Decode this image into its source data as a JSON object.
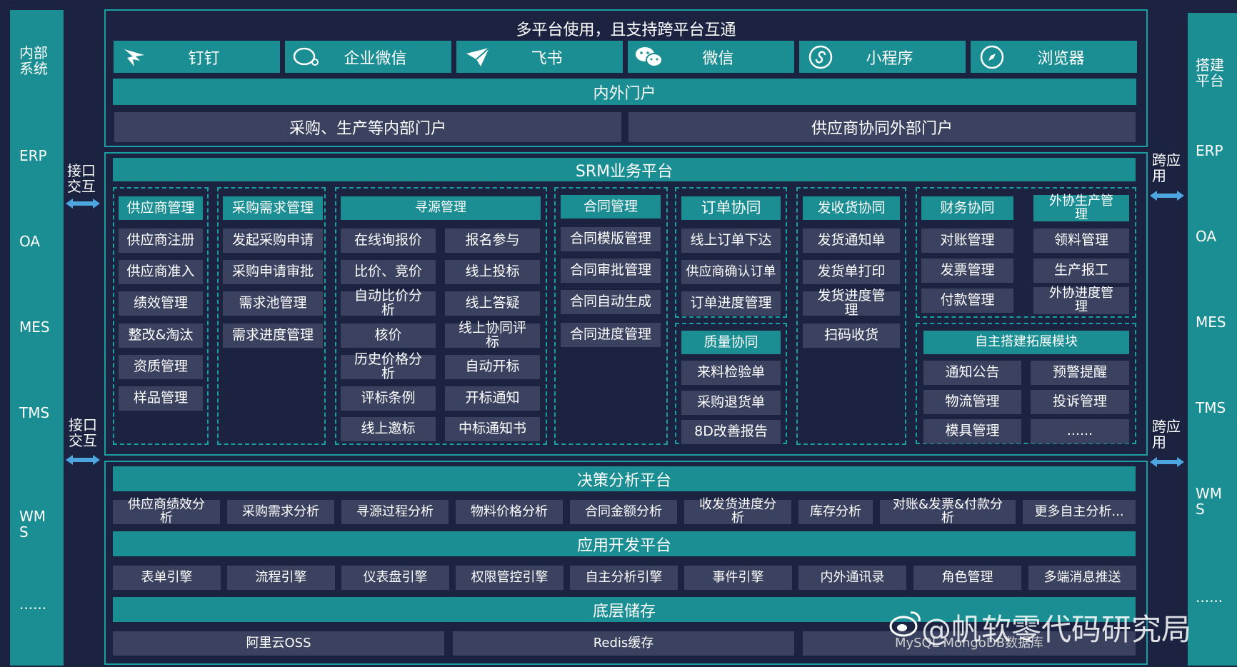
{
  "left_sidebar": {
    "items": [
      "内部\n系统",
      "ERP",
      "OA",
      "MES",
      "TMS",
      "WM\nS",
      "......"
    ]
  },
  "right_sidebar": {
    "items": [
      "搭建\n平台",
      "ERP",
      "OA",
      "MES",
      "TMS",
      "WM\nS",
      "......"
    ]
  },
  "side_labels": {
    "interface_top": "接口\n交互",
    "interface_bottom": "接口\n交互",
    "cross_top": "跨应\n用",
    "cross_bottom": "跨应\n用"
  },
  "top_section": {
    "title": "多平台使用，且支持跨平台互通",
    "platforms": [
      {
        "label": "钉钉",
        "icon": "dingtalk-icon"
      },
      {
        "label": "企业微信",
        "icon": "wecom-icon"
      },
      {
        "label": "飞书",
        "icon": "feishu-icon"
      },
      {
        "label": "微信",
        "icon": "wechat-icon"
      },
      {
        "label": "小程序",
        "icon": "miniprogram-icon"
      },
      {
        "label": "浏览器",
        "icon": "browser-icon"
      }
    ],
    "portal_bar": "内外门户",
    "internal_portal": "采购、生产等内部门户",
    "external_portal": "供应商协同外部门户"
  },
  "srm": {
    "title": "SRM业务平台",
    "supplier": {
      "header": "供应商管理",
      "items": [
        "供应商注册",
        "供应商准入",
        "绩效管理",
        "整改&淘汰",
        "资质管理",
        "样品管理"
      ]
    },
    "demand": {
      "header": "采购需求管理",
      "items": [
        "发起采购申请",
        "采购申请审批",
        "需求池管理",
        "需求进度管理"
      ]
    },
    "sourcing": {
      "header": "寻源管理",
      "left": [
        "在线询报价",
        "比价、竞价",
        "自动比价分\n析",
        "核价",
        "历史价格分\n析",
        "评标条例",
        "线上邀标"
      ],
      "right": [
        "报名参与",
        "线上投标",
        "线上答疑",
        "线上协同评\n标",
        "自动开标",
        "开标通知",
        "中标通知书"
      ]
    },
    "contract": {
      "header": "合同管理",
      "items": [
        "合同模版管理",
        "合同审批管理",
        "合同自动生成",
        "合同进度管理"
      ]
    },
    "order": {
      "header": "订单协同",
      "items": [
        "线上订单下达",
        "供应商确认订单",
        "订单进度管理"
      ]
    },
    "quality": {
      "header": "质量协同",
      "items": [
        "来料检验单",
        "采购退货单",
        "8D改善报告"
      ]
    },
    "delivery": {
      "header": "发收货协同",
      "items": [
        "发货通知单",
        "发货单打印",
        "发货进度管\n理",
        "扫码收货"
      ]
    },
    "finance": {
      "header": "财务协同",
      "items": [
        "对账管理",
        "发票管理",
        "付款管理"
      ]
    },
    "outsource": {
      "header": "外协生产管\n理",
      "items": [
        "领料管理",
        "生产报工",
        "外协进度管\n理"
      ]
    },
    "custom": {
      "header": "自主搭建拓展模块",
      "left": [
        "通知公告",
        "物流管理",
        "模具管理"
      ],
      "right": [
        "预警提醒",
        "投诉管理",
        "......"
      ]
    }
  },
  "decision": {
    "title": "决策分析平台",
    "items": [
      "供应商绩效分\n析",
      "采购需求分析",
      "寻源过程分析",
      "物料价格分析",
      "合同金额分析",
      "收发货进度分\n析",
      "库存分析",
      "对账&发票&付款分\n析",
      "更多自主分析..."
    ]
  },
  "appdev": {
    "title": "应用开发平台",
    "items": [
      "表单引擎",
      "流程引擎",
      "仪表盘引擎",
      "权限管控引擎",
      "自主分析引擎",
      "事件引擎",
      "内外通讯录",
      "角色管理",
      "多端消息推送"
    ]
  },
  "storage": {
    "title": "底层储存",
    "items": [
      "阿里云OSS",
      "Redis缓存",
      "MySQL MongoDB数据库"
    ]
  },
  "watermark": "@帆软零代码研究局",
  "colors": {
    "background": "#1b2341",
    "teal": "#1a8e93",
    "gray_cell": "#3b4260",
    "border": "#1a9ea2"
  }
}
